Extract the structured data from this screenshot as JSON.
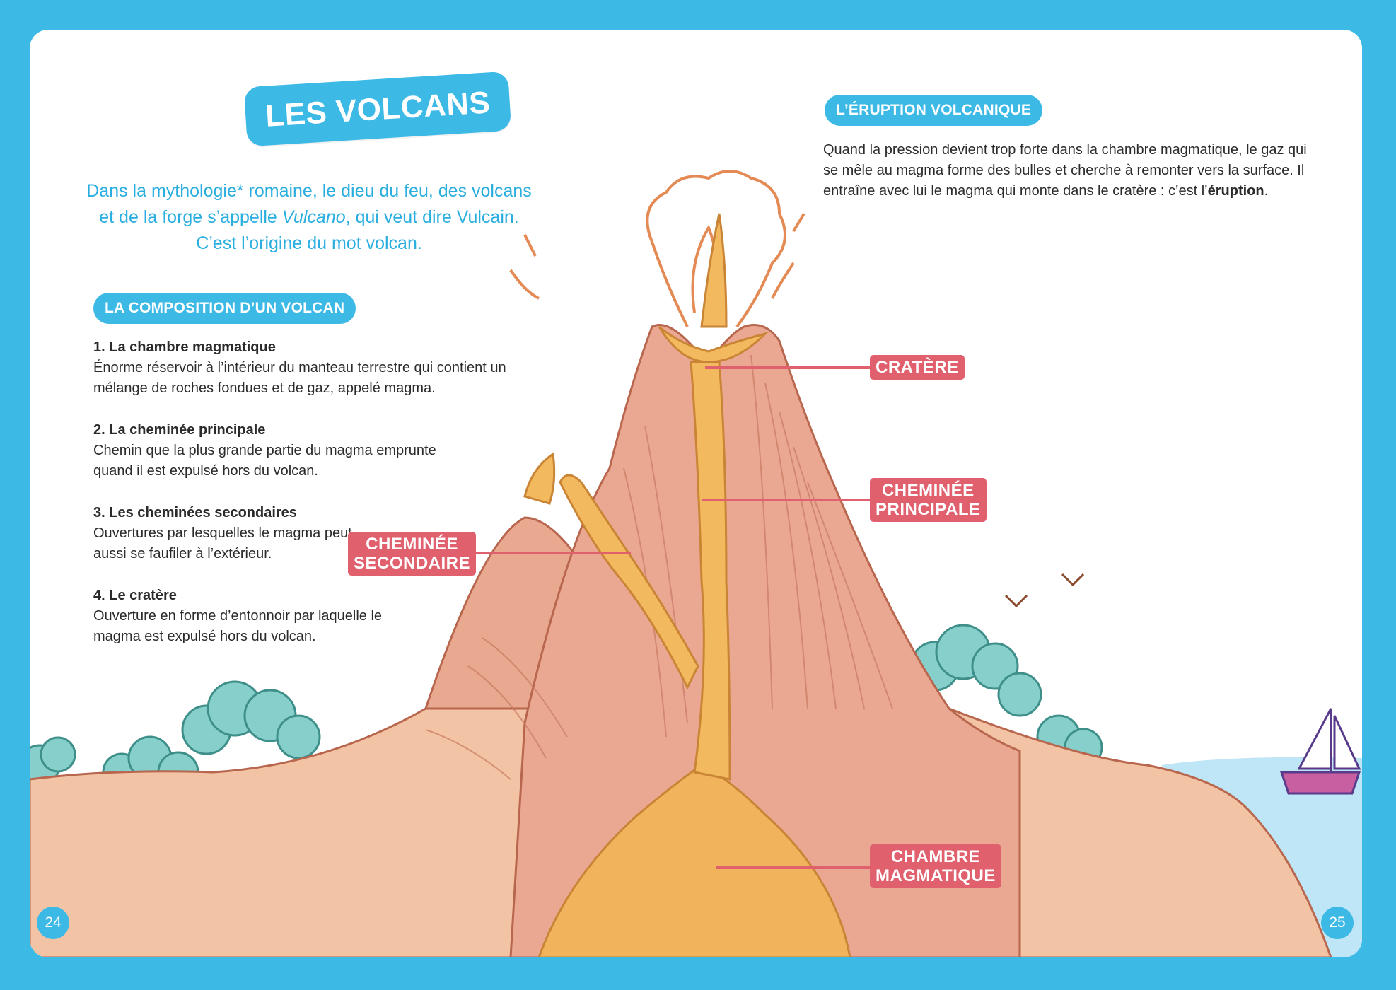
{
  "title": "LES VOLCANS",
  "intro": {
    "line1": "Dans la mythologie* romaine, le dieu du feu, des volcans",
    "line2_a": "et de la forge s’appelle ",
    "line2_em": "Vulcano",
    "line2_b": ", qui veut dire Vulcain.",
    "line3": "C’est l’origine du mot volcan."
  },
  "composition": {
    "heading": "LA COMPOSITION D’UN VOLCAN",
    "items": [
      {
        "title": "1. La chambre magmatique",
        "text": "Énorme réservoir à l’intérieur du manteau terrestre qui contient un mélange de roches fondues et de gaz, appelé magma."
      },
      {
        "title": "2. La cheminée principale",
        "text": "Chemin que la plus grande partie du magma emprunte quand il est expulsé hors du volcan."
      },
      {
        "title": "3. Les cheminées secondaires",
        "text": "Ouvertures par lesquelles le magma peut aussi se faufiler à l’extérieur."
      },
      {
        "title": "4. Le cratère",
        "text": "Ouverture en forme d’entonnoir par laquelle le magma est expulsé hors du volcan."
      }
    ]
  },
  "eruption": {
    "heading": "L’ÉRUPTION VOLCANIQUE",
    "text_before": "Quand la pression devient trop forte dans la chambre magmatique, le gaz qui se mêle au magma forme des bulles et cherche à remonter vers la surface. Il entraîne avec lui le magma qui monte dans le cratère : c’est l’",
    "text_bold": "éruption",
    "text_after": "."
  },
  "labels": {
    "cratere": "CRATÈRE",
    "principale_1": "CHEMINÉE",
    "principale_2": "PRINCIPALE",
    "secondaire_1": "CHEMINÉE",
    "secondaire_2": "SECONDAIRE",
    "chambre_1": "CHAMBRE",
    "chambre_2": "MAGMATIQUE"
  },
  "pages": {
    "left": "24",
    "right": "25"
  },
  "colors": {
    "frame": "#3db9e6",
    "label": "#e0606e",
    "ground": "#f2c4a6",
    "volcano": "#e8a58e",
    "magma": "#f0b35a",
    "tree": "#7cc9c4",
    "sea": "#bde6f5"
  }
}
